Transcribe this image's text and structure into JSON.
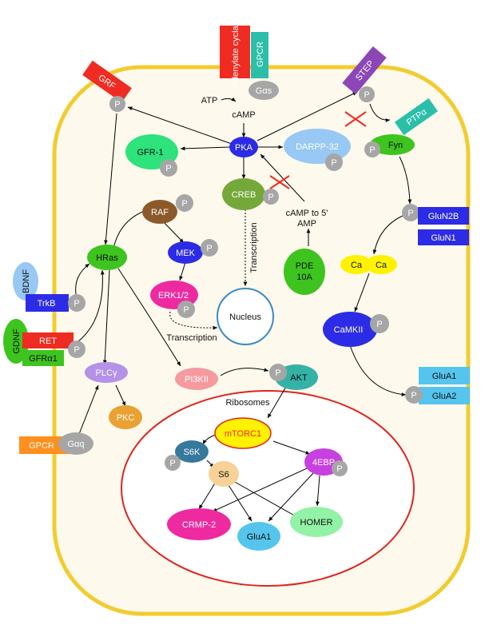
{
  "nodes": {
    "grf": "GRF",
    "adenylate_cyclase": "Adenylate cyclase",
    "gpcr_top": "GPCR",
    "gas": "Gαs",
    "step": "STEP",
    "ptpa": "PTPα",
    "gfr1": "GFR-1",
    "pka": "PKA",
    "darpp32": "DARPP-32",
    "fyn": "Fyn",
    "creb": "CREB",
    "raf": "RAF",
    "hras": "HRas",
    "mek": "MEK",
    "bdnf": "BDNF",
    "trkb": "TrkB",
    "erk12": "ERK1/2",
    "nucleus": "Nucleus",
    "pde10a_line1": "PDE",
    "pde10a_line2": "10A",
    "glun2b": "GluN2B",
    "glun1": "GluN1",
    "ca1": "Ca",
    "ca2": "Ca",
    "gdnf": "GDNF",
    "ret": "RET",
    "gfra1": "GFRα1",
    "camkii": "CaMKII",
    "plcg": "PLCγ",
    "pi3kii": "PI3KII",
    "akt": "AKT",
    "glua1_membrane": "GluA1",
    "glua2": "GluA2",
    "pkc": "PKC",
    "gpcr_bottom": "GPCR",
    "gaq": "Gαq",
    "mtorc1": "mTORC1",
    "s6k": "S6K",
    "s6": "S6",
    "4ebp": "4EBP",
    "crmp2": "CRMP-2",
    "glua1_ribo": "GluA1",
    "homer": "HOMER"
  },
  "labels": {
    "atp": "ATP",
    "camp": "cAMP",
    "transcription_vertical": "Transcription",
    "transcription_bottom": "Transcription",
    "camp_to_amp_line1": "cAMP to 5'",
    "camp_to_amp_line2": "AMP",
    "ribosomes": "Ribosomes",
    "phospho": "P"
  },
  "colors": {
    "cell_border": "#f2cc2f",
    "cell_fill": "#fdf9ed",
    "ribosome_border": "#e0251e",
    "red": "#ef2b22",
    "teal": "#2bbfa9",
    "purple": "#8c46b5",
    "blue": "#2c2ce6",
    "green": "#3ec41e",
    "light_green": "#2ee27c",
    "olive_green": "#75a83a",
    "brown": "#8c5a2a",
    "pink": "#ee2aa1",
    "lavender": "#b392e8",
    "salmon": "#f59a9f",
    "teal_dark": "#35b2a6",
    "sky": "#55c5ee",
    "orange": "#ff8f1e",
    "gold": "#e9a132",
    "yellow": "#fff200",
    "steel": "#35799c",
    "peach": "#f7d196",
    "magenta": "#c840e0",
    "mint": "#92f2a6",
    "light_blue": "#98c8f4",
    "grey": "#a6a6a6"
  }
}
